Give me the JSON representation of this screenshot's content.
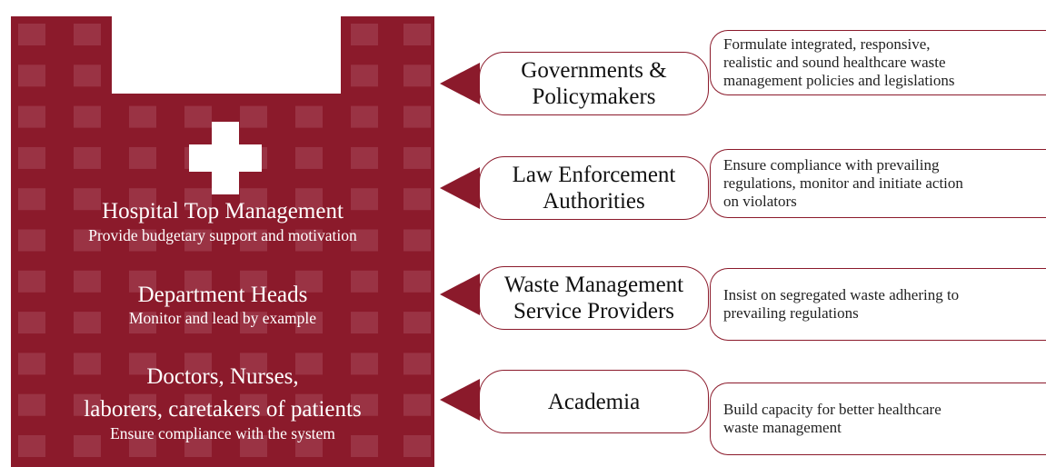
{
  "colors": {
    "brand": "#8b1a2b",
    "window": "#a8485a",
    "text": "#ffffff"
  },
  "icons": {
    "cross": "medical-cross-icon"
  },
  "hospital": {
    "levels": [
      {
        "title": "Hospital Top Management",
        "subtitle": "Provide budgetary support and motivation"
      },
      {
        "title": "Department Heads",
        "subtitle": "Monitor and lead by example"
      },
      {
        "title_line1": "Doctors, Nurses,",
        "title_line2": "laborers, caretakers of patients",
        "subtitle": "Ensure compliance with the system"
      }
    ]
  },
  "stakeholders": [
    {
      "name_line1": "Governments &",
      "name_line2": "Policymakers",
      "role_lines": [
        "Formulate integrated, responsive,",
        "realistic and sound healthcare waste",
        "management policies and legislations"
      ]
    },
    {
      "name_line1": "Law Enforcement",
      "name_line2": "Authorities",
      "role_lines": [
        "Ensure compliance with prevailing",
        "regulations, monitor and initiate action",
        "on violators"
      ]
    },
    {
      "name_line1": "Waste Management",
      "name_line2": "Service Providers",
      "role_lines": [
        "Insist on segregated waste adhering to",
        "prevailing regulations"
      ]
    },
    {
      "name_line1": "Academia",
      "role_lines": [
        "Build capacity for better healthcare",
        "waste management"
      ]
    }
  ]
}
